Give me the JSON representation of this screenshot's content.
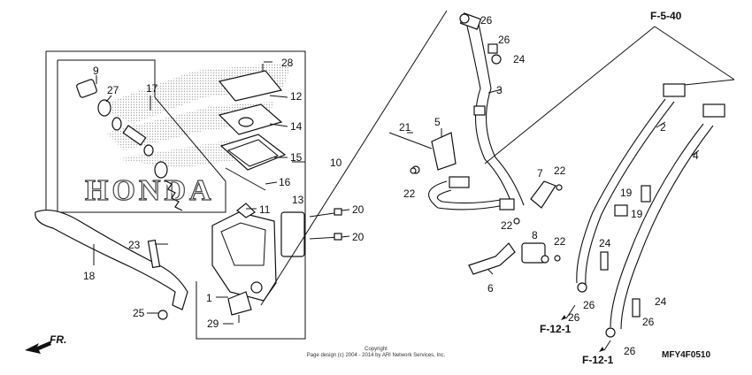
{
  "callouts": {
    "c1": "1",
    "c2": "2",
    "c3": "3",
    "c4": "4",
    "c5": "5",
    "c6": "6",
    "c7": "7",
    "c8": "8",
    "c9": "9",
    "c10": "10",
    "c11": "11",
    "c12": "12",
    "c13": "13",
    "c14": "14",
    "c15": "15",
    "c16": "16",
    "c17": "17",
    "c18": "18",
    "c19a": "19",
    "c19b": "19",
    "c20a": "20",
    "c20b": "20",
    "c21": "21",
    "c22a": "22",
    "c22b": "22",
    "c22c": "22",
    "c22d": "22",
    "c23": "23",
    "c24a": "24",
    "c24b": "24",
    "c24c": "24",
    "c25": "25",
    "c26a": "26",
    "c26b": "26",
    "c26c": "26",
    "c26d": "26",
    "c26e": "26",
    "c26f": "26",
    "c27": "27",
    "c28": "28",
    "c29": "29"
  },
  "refs": {
    "f540": "F-5-40",
    "f121a": "F-12-1",
    "f121b": "F-12-1"
  },
  "direction_label": "FR.",
  "copyright": {
    "line1": "Copyright",
    "line2": "Page design (c) 2004 - 2014 by ARI Network Services, Inc."
  },
  "diagram_code": "MFY4F0510",
  "watermark_text": "HONDA"
}
